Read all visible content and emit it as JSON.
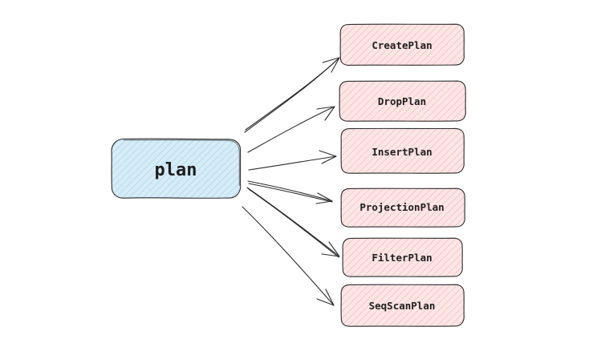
{
  "diagram": {
    "root": {
      "label": "plan",
      "fill": "#d6ecf7",
      "hatch": "#9fcbe6"
    },
    "children": [
      {
        "label": "CreatePlan"
      },
      {
        "label": "DropPlan"
      },
      {
        "label": "InsertPlan"
      },
      {
        "label": "ProjectionPlan"
      },
      {
        "label": "FilterPlan"
      },
      {
        "label": "SeqScanPlan"
      }
    ],
    "child_style": {
      "fill": "#fde4e4",
      "hatch": "#f2b6b6"
    },
    "edge_color": "#2b2b2b"
  }
}
